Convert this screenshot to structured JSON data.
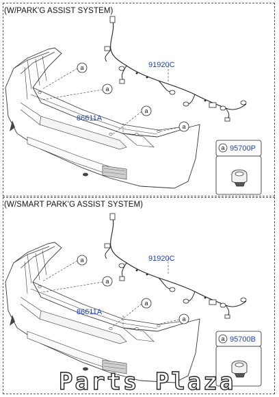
{
  "sections": [
    {
      "title": "(W/PARK'G ASSIST SYSTEM)",
      "callouts": [
        "a",
        "a",
        "a",
        "a"
      ],
      "labels": {
        "harness": "91920C",
        "bumper": "86611A",
        "sensor": "95700P"
      },
      "sensor_callout": "a"
    },
    {
      "title": "(W/SMART PARK'G ASSIST SYSTEM)",
      "callouts": [
        "a",
        "a",
        "a",
        "a"
      ],
      "labels": {
        "harness": "91920C",
        "bumper": "86611A",
        "sensor": "95700B"
      },
      "sensor_callout": "a"
    }
  ],
  "watermark": "Parts Plaza",
  "colors": {
    "part_number": "#1a3fb5",
    "line": "#333333"
  }
}
